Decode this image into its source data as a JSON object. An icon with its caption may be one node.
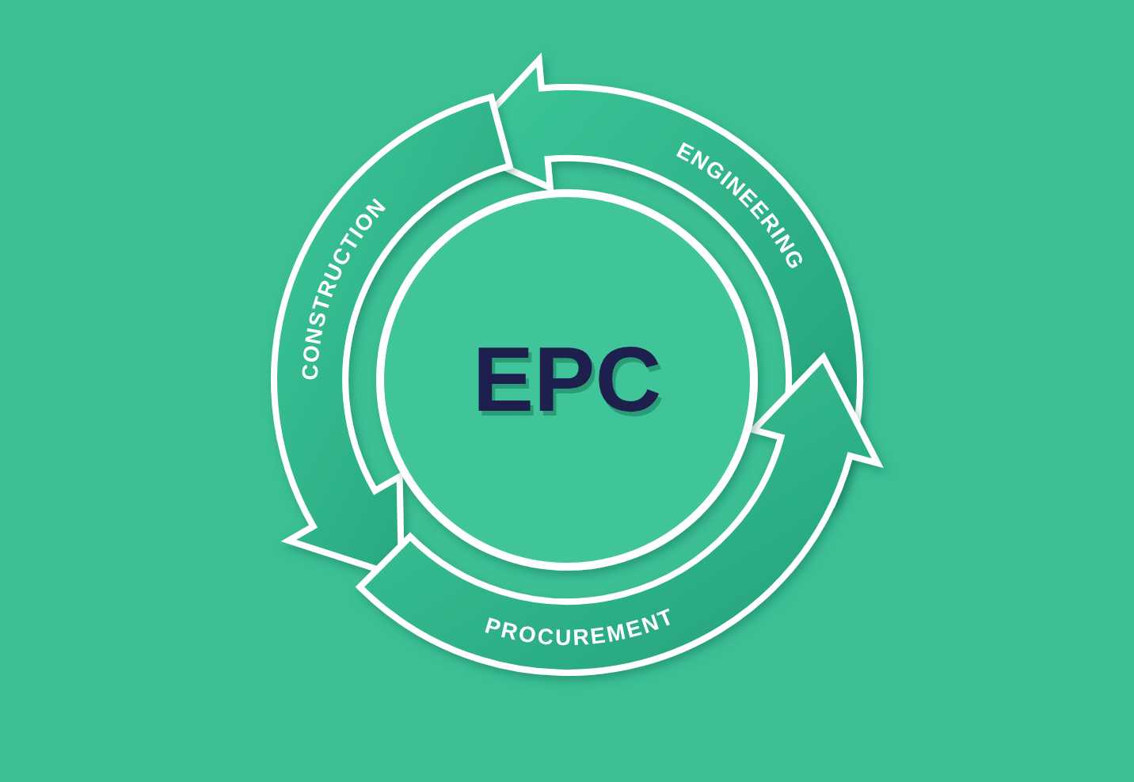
{
  "diagram": {
    "nodes": [
      {
        "text": [
          "EPC"
        ]
      },
      {
        "text": [
          "ENGINEERING"
        ]
      },
      {
        "text": [
          "CONSTRUCTION"
        ]
      },
      {
        "text": [
          "PROCUREMENT"
        ]
      }
    ]
  }
}
